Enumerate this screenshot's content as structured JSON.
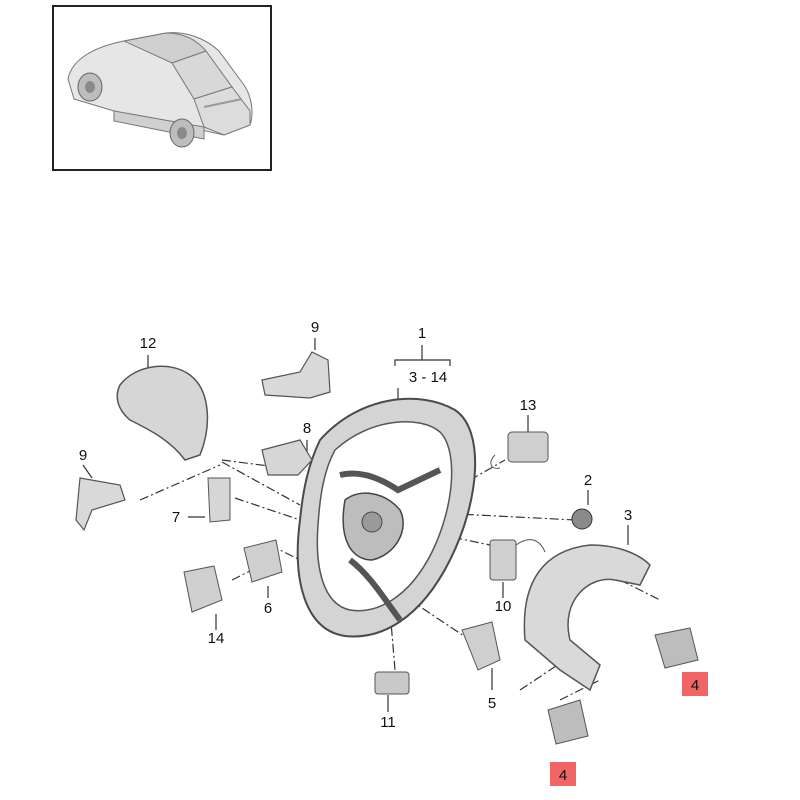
{
  "thumbnail": {
    "icon": "car-icon"
  },
  "callouts": [
    {
      "id": "c1",
      "text": "1"
    },
    {
      "id": "c314",
      "text": "3 - 14"
    },
    {
      "id": "c12",
      "text": "12"
    },
    {
      "id": "c9a",
      "text": "9"
    },
    {
      "id": "c9b",
      "text": "9"
    },
    {
      "id": "c8",
      "text": "8"
    },
    {
      "id": "c13",
      "text": "13"
    },
    {
      "id": "c2",
      "text": "2"
    },
    {
      "id": "c7",
      "text": "7"
    },
    {
      "id": "c3",
      "text": "3"
    },
    {
      "id": "c6",
      "text": "6"
    },
    {
      "id": "c14",
      "text": "14"
    },
    {
      "id": "c10",
      "text": "10"
    },
    {
      "id": "c5",
      "text": "5"
    },
    {
      "id": "c11",
      "text": "11"
    },
    {
      "id": "c4a",
      "text": "4"
    },
    {
      "id": "c4b",
      "text": "4"
    }
  ],
  "colors": {
    "part_line": "#5a5a5a",
    "part_fill": "#d9d9d9",
    "highlight": "#f04a4a",
    "label": "#111111"
  }
}
